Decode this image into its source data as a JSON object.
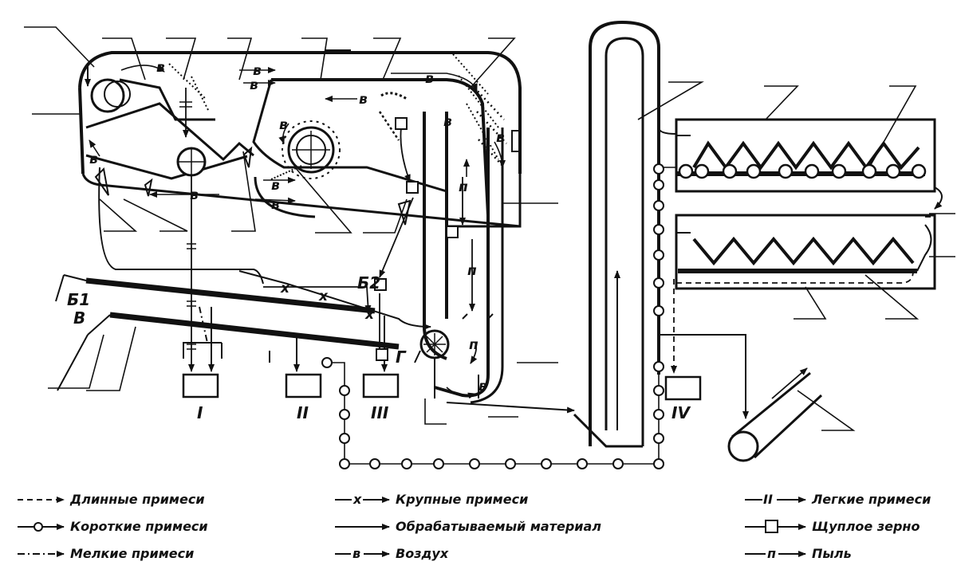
{
  "diagram": {
    "markers": {
      "air": "в",
      "dust": "п",
      "large": "х"
    },
    "labels": {
      "b1": "Б1",
      "b2": "Б2",
      "v": "В",
      "g": "Г"
    },
    "bins": [
      "I",
      "II",
      "III",
      "IV"
    ]
  },
  "legend": [
    {
      "key": "long",
      "style": "dashed",
      "text": "Длинные примеси"
    },
    {
      "key": "short",
      "style": "circles",
      "text": "Короткие примеси"
    },
    {
      "key": "fine",
      "style": "dashdot",
      "text": "Мелкие примеси"
    },
    {
      "key": "large",
      "style": "cross",
      "marker": "х",
      "text": "Крупные примеси"
    },
    {
      "key": "material",
      "style": "solid",
      "text": "Обрабатываемый материал"
    },
    {
      "key": "air",
      "style": "letter",
      "marker": "в",
      "text": "Воздух"
    },
    {
      "key": "light",
      "style": "bars",
      "marker": "II",
      "text": "Легкие примеси"
    },
    {
      "key": "shriveled",
      "style": "square",
      "text": "Щуплое зерно"
    },
    {
      "key": "dust",
      "style": "letter",
      "marker": "п",
      "text": "Пыль"
    }
  ],
  "colors": {
    "ink": "#111111",
    "paper": "#ffffff"
  }
}
